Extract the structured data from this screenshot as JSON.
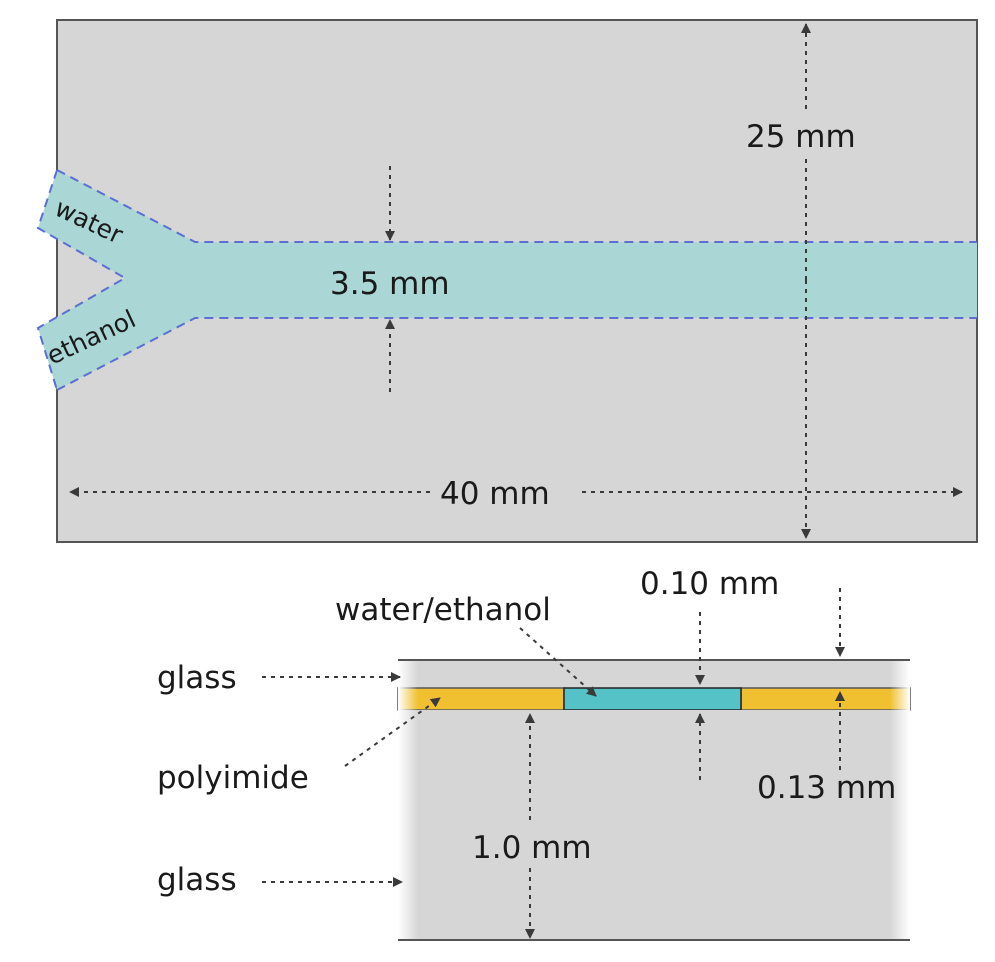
{
  "top_view": {
    "inlet_water_label": "water",
    "inlet_ethanol_label": "ethanol",
    "channel_width_label": "3.5 mm",
    "chip_height_label": "25 mm",
    "chip_length_label": "40 mm"
  },
  "cross_section": {
    "fluid_label": "water/ethanol",
    "glass_top_label": "glass",
    "glass_bottom_label": "glass",
    "spacer_label": "polyimide",
    "top_glass_thickness_label": "0.10 mm",
    "spacer_thickness_label": "0.13 mm",
    "bottom_glass_thickness_label": "1.0 mm"
  },
  "colors": {
    "glass": "#d6d6d6",
    "channel_fill": "#aad6d6",
    "channel_outline": "#5a6fcf",
    "polyimide": "#f0c030",
    "fluid": "#55c2c8",
    "arrow": "#3a3a3a"
  }
}
